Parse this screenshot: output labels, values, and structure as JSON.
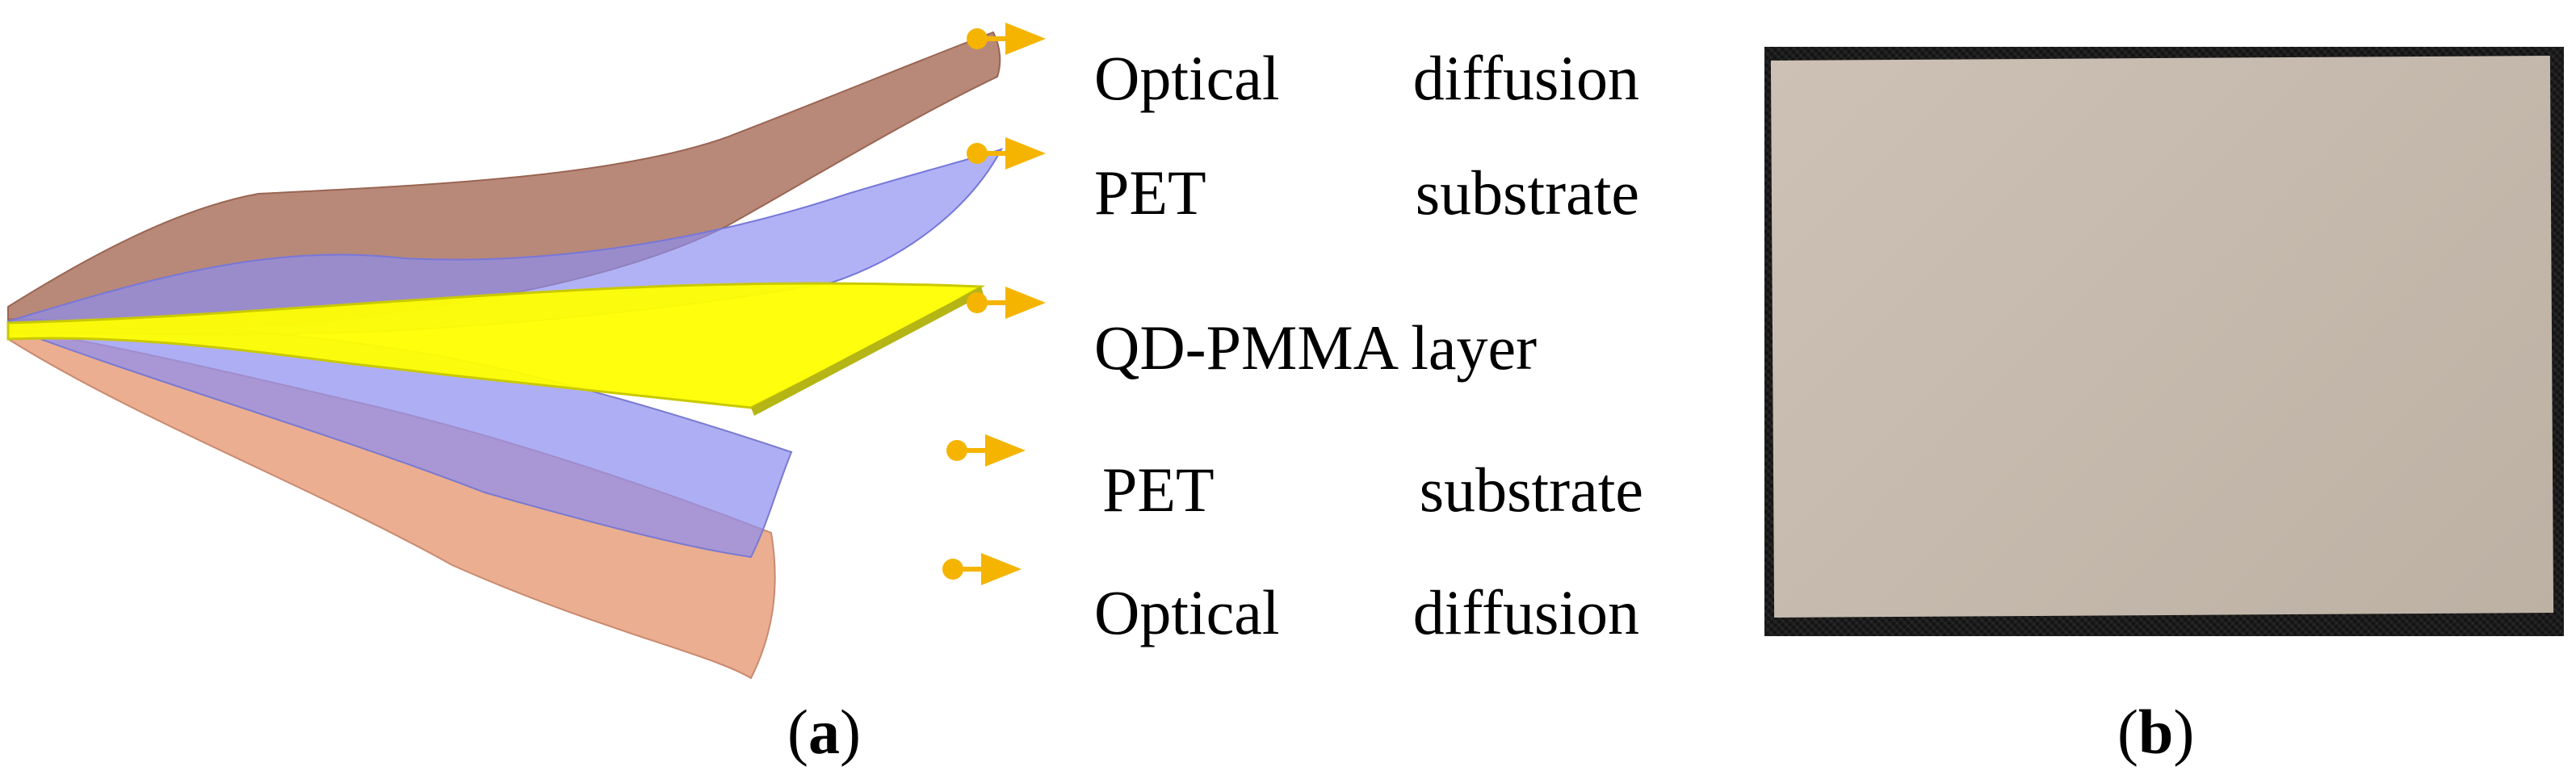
{
  "diagram": {
    "layers": [
      {
        "id": "top-diffusion",
        "words": [
          "Optical",
          "diffusion"
        ],
        "color": "#b5735e"
      },
      {
        "id": "top-pet",
        "words": [
          "PET",
          "substrate"
        ],
        "color": "#8a8cf0"
      },
      {
        "id": "qd-pmma",
        "words": [
          "QD-PMMA layer"
        ],
        "color": "#ffff00"
      },
      {
        "id": "bottom-pet",
        "words": [
          "PET",
          "substrate"
        ],
        "color": "#8a8cf0"
      },
      {
        "id": "bottom-diffusion",
        "words": [
          "Optical",
          "diffusion"
        ],
        "color": "#e49a78"
      }
    ],
    "pointer_color": "#f5b400"
  },
  "captions": {
    "a": {
      "open": "(",
      "letter": "a",
      "close": ")"
    },
    "b": {
      "open": "(",
      "letter": "b",
      "close": ")"
    }
  },
  "photo": {
    "background_color": "#141414",
    "film_color": "#c8bcb0"
  }
}
